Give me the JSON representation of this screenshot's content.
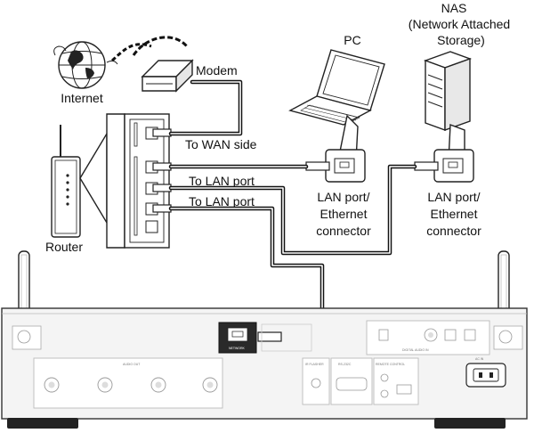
{
  "labels": {
    "internet": "Internet",
    "modem": "Modem",
    "router": "Router",
    "pc": "PC",
    "nas_line1": "NAS",
    "nas_line2": "(Network Attached",
    "nas_line3": "Storage)",
    "to_wan_side": "To WAN side",
    "to_lan_port_1": "To LAN port",
    "to_lan_port_2": "To LAN port",
    "pc_port_line1": "LAN port/",
    "pc_port_line2": "Ethernet",
    "pc_port_line3": "connector",
    "nas_port_line1": "LAN port/",
    "nas_port_line2": "Ethernet",
    "nas_port_line3": "connector"
  },
  "device_panel": {
    "network_label": "NETWORK",
    "audio_out": "AUDIO OUT",
    "ir_flasher": "IR FLASHER",
    "rs232c": "RS-232C",
    "remote_control": "REMOTE CONTROL",
    "digital_audio_in": "DIGITAL AUDIO IN",
    "ac_in": "AC IN"
  }
}
